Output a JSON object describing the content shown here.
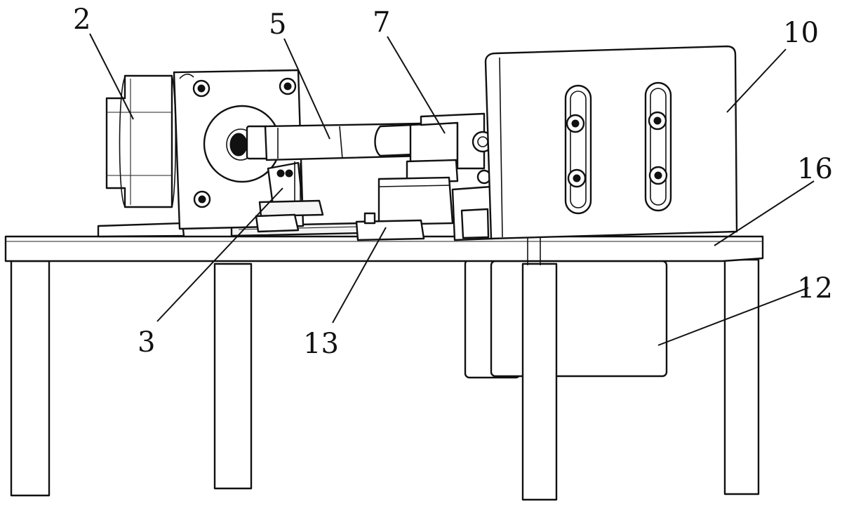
{
  "callouts": [
    {
      "id": "c2",
      "text": "2",
      "target": "motor"
    },
    {
      "id": "c5",
      "text": "5",
      "target": "connecting-rod"
    },
    {
      "id": "c7",
      "text": "7",
      "target": "coupling-block"
    },
    {
      "id": "c10",
      "text": "10",
      "target": "upright-plate"
    },
    {
      "id": "c16",
      "text": "16",
      "target": "table-top"
    },
    {
      "id": "c12",
      "text": "12",
      "target": "under-table-box"
    },
    {
      "id": "c13",
      "text": "13",
      "target": "slide-base"
    },
    {
      "id": "c3",
      "text": "3",
      "target": "bearing-support"
    }
  ]
}
